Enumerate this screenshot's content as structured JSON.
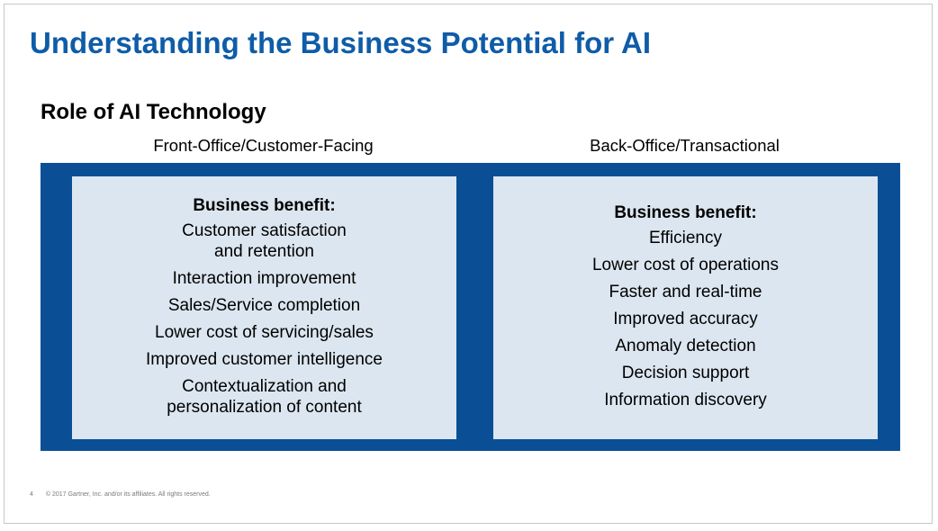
{
  "slide": {
    "title": "Understanding the Business Potential for AI",
    "subtitle": "Role of AI Technology"
  },
  "columns": [
    {
      "heading": "Front-Office/Customer-Facing",
      "benefit_heading": "Business benefit:",
      "items": [
        "Customer satisfaction\nand retention",
        "Interaction improvement",
        "Sales/Service completion",
        "Lower cost of servicing/sales",
        "Improved customer intelligence",
        "Contextualization and\npersonalization of content"
      ]
    },
    {
      "heading": "Back-Office/Transactional",
      "benefit_heading": "Business benefit:",
      "items": [
        "Efficiency",
        "Lower cost of operations",
        "Faster and real-time",
        "Improved accuracy",
        "Anomaly detection",
        "Decision support",
        "Information discovery"
      ]
    }
  ],
  "footer": {
    "page_number": "4",
    "copyright": "© 2017 Gartner, Inc. and/or its affiliates. All rights reserved."
  },
  "colors": {
    "title": "#0f5ca8",
    "band": "#0a4f96",
    "panel": "#dce6f0"
  }
}
